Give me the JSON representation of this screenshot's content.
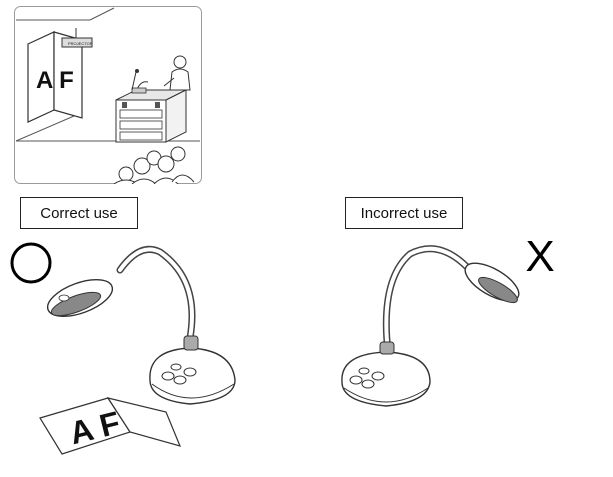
{
  "scene": {
    "poster_letters": "A F",
    "device_label": "PROJECTOR"
  },
  "correct": {
    "label": "Correct use",
    "book_letters": "A F"
  },
  "incorrect": {
    "label": "Incorrect use",
    "mark": "X"
  }
}
